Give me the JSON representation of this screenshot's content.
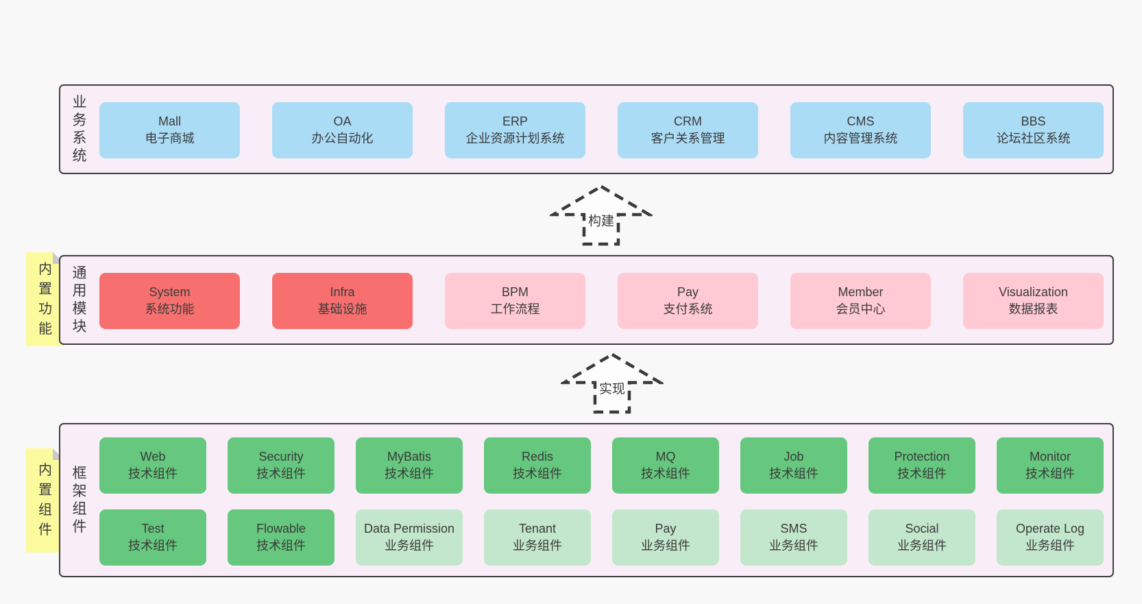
{
  "sections": {
    "business": {
      "label": "业务系统",
      "items": [
        {
          "name": "Mall",
          "desc": "电子商城"
        },
        {
          "name": "OA",
          "desc": "办公自动化"
        },
        {
          "name": "ERP",
          "desc": "企业资源计划系统"
        },
        {
          "name": "CRM",
          "desc": "客户关系管理"
        },
        {
          "name": "CMS",
          "desc": "内容管理系统"
        },
        {
          "name": "BBS",
          "desc": "论坛社区系统"
        }
      ]
    },
    "modules": {
      "label": "通用模块",
      "note": "内置功能",
      "items": [
        {
          "name": "System",
          "desc": "系统功能",
          "variant": "red"
        },
        {
          "name": "Infra",
          "desc": "基础设施",
          "variant": "red"
        },
        {
          "name": "BPM",
          "desc": "工作流程",
          "variant": "pink"
        },
        {
          "name": "Pay",
          "desc": "支付系统",
          "variant": "pink"
        },
        {
          "name": "Member",
          "desc": "会员中心",
          "variant": "pink"
        },
        {
          "name": "Visualization",
          "desc": "数据报表",
          "variant": "pink"
        }
      ]
    },
    "framework": {
      "label": "框架组件",
      "note": "内置组件",
      "rows": [
        [
          {
            "name": "Web",
            "desc": "技术组件",
            "variant": "green"
          },
          {
            "name": "Security",
            "desc": "技术组件",
            "variant": "green"
          },
          {
            "name": "MyBatis",
            "desc": "技术组件",
            "variant": "green"
          },
          {
            "name": "Redis",
            "desc": "技术组件",
            "variant": "green"
          },
          {
            "name": "MQ",
            "desc": "技术组件",
            "variant": "green"
          },
          {
            "name": "Job",
            "desc": "技术组件",
            "variant": "green"
          },
          {
            "name": "Protection",
            "desc": "技术组件",
            "variant": "green"
          },
          {
            "name": "Monitor",
            "desc": "技术组件",
            "variant": "green"
          }
        ],
        [
          {
            "name": "Test",
            "desc": "技术组件",
            "variant": "green"
          },
          {
            "name": "Flowable",
            "desc": "技术组件",
            "variant": "green"
          },
          {
            "name": "Data Permission",
            "desc": "业务组件",
            "variant": "lightgreen"
          },
          {
            "name": "Tenant",
            "desc": "业务组件",
            "variant": "lightgreen"
          },
          {
            "name": "Pay",
            "desc": "业务组件",
            "variant": "lightgreen"
          },
          {
            "name": "SMS",
            "desc": "业务组件",
            "variant": "lightgreen"
          },
          {
            "name": "Social",
            "desc": "业务组件",
            "variant": "lightgreen"
          },
          {
            "name": "Operate Log",
            "desc": "业务组件",
            "variant": "lightgreen"
          }
        ]
      ]
    }
  },
  "arrows": [
    {
      "label": "构建"
    },
    {
      "label": "实现"
    }
  ],
  "colors": {
    "page_bg": "#f8f8f8",
    "container_bg": "#f9eef7",
    "container_border": "#3e3e3e",
    "box_blue": "#abdcf6",
    "box_red": "#f7706f",
    "box_pink": "#ffcad4",
    "box_green": "#65c87e",
    "box_light_green": "#c3e7cc",
    "note_yellow": "#fbfb9e",
    "note_fold_gray": "#c9c9c9",
    "arrow_stroke": "#3a3a3a",
    "text": "#3a3a3a"
  }
}
